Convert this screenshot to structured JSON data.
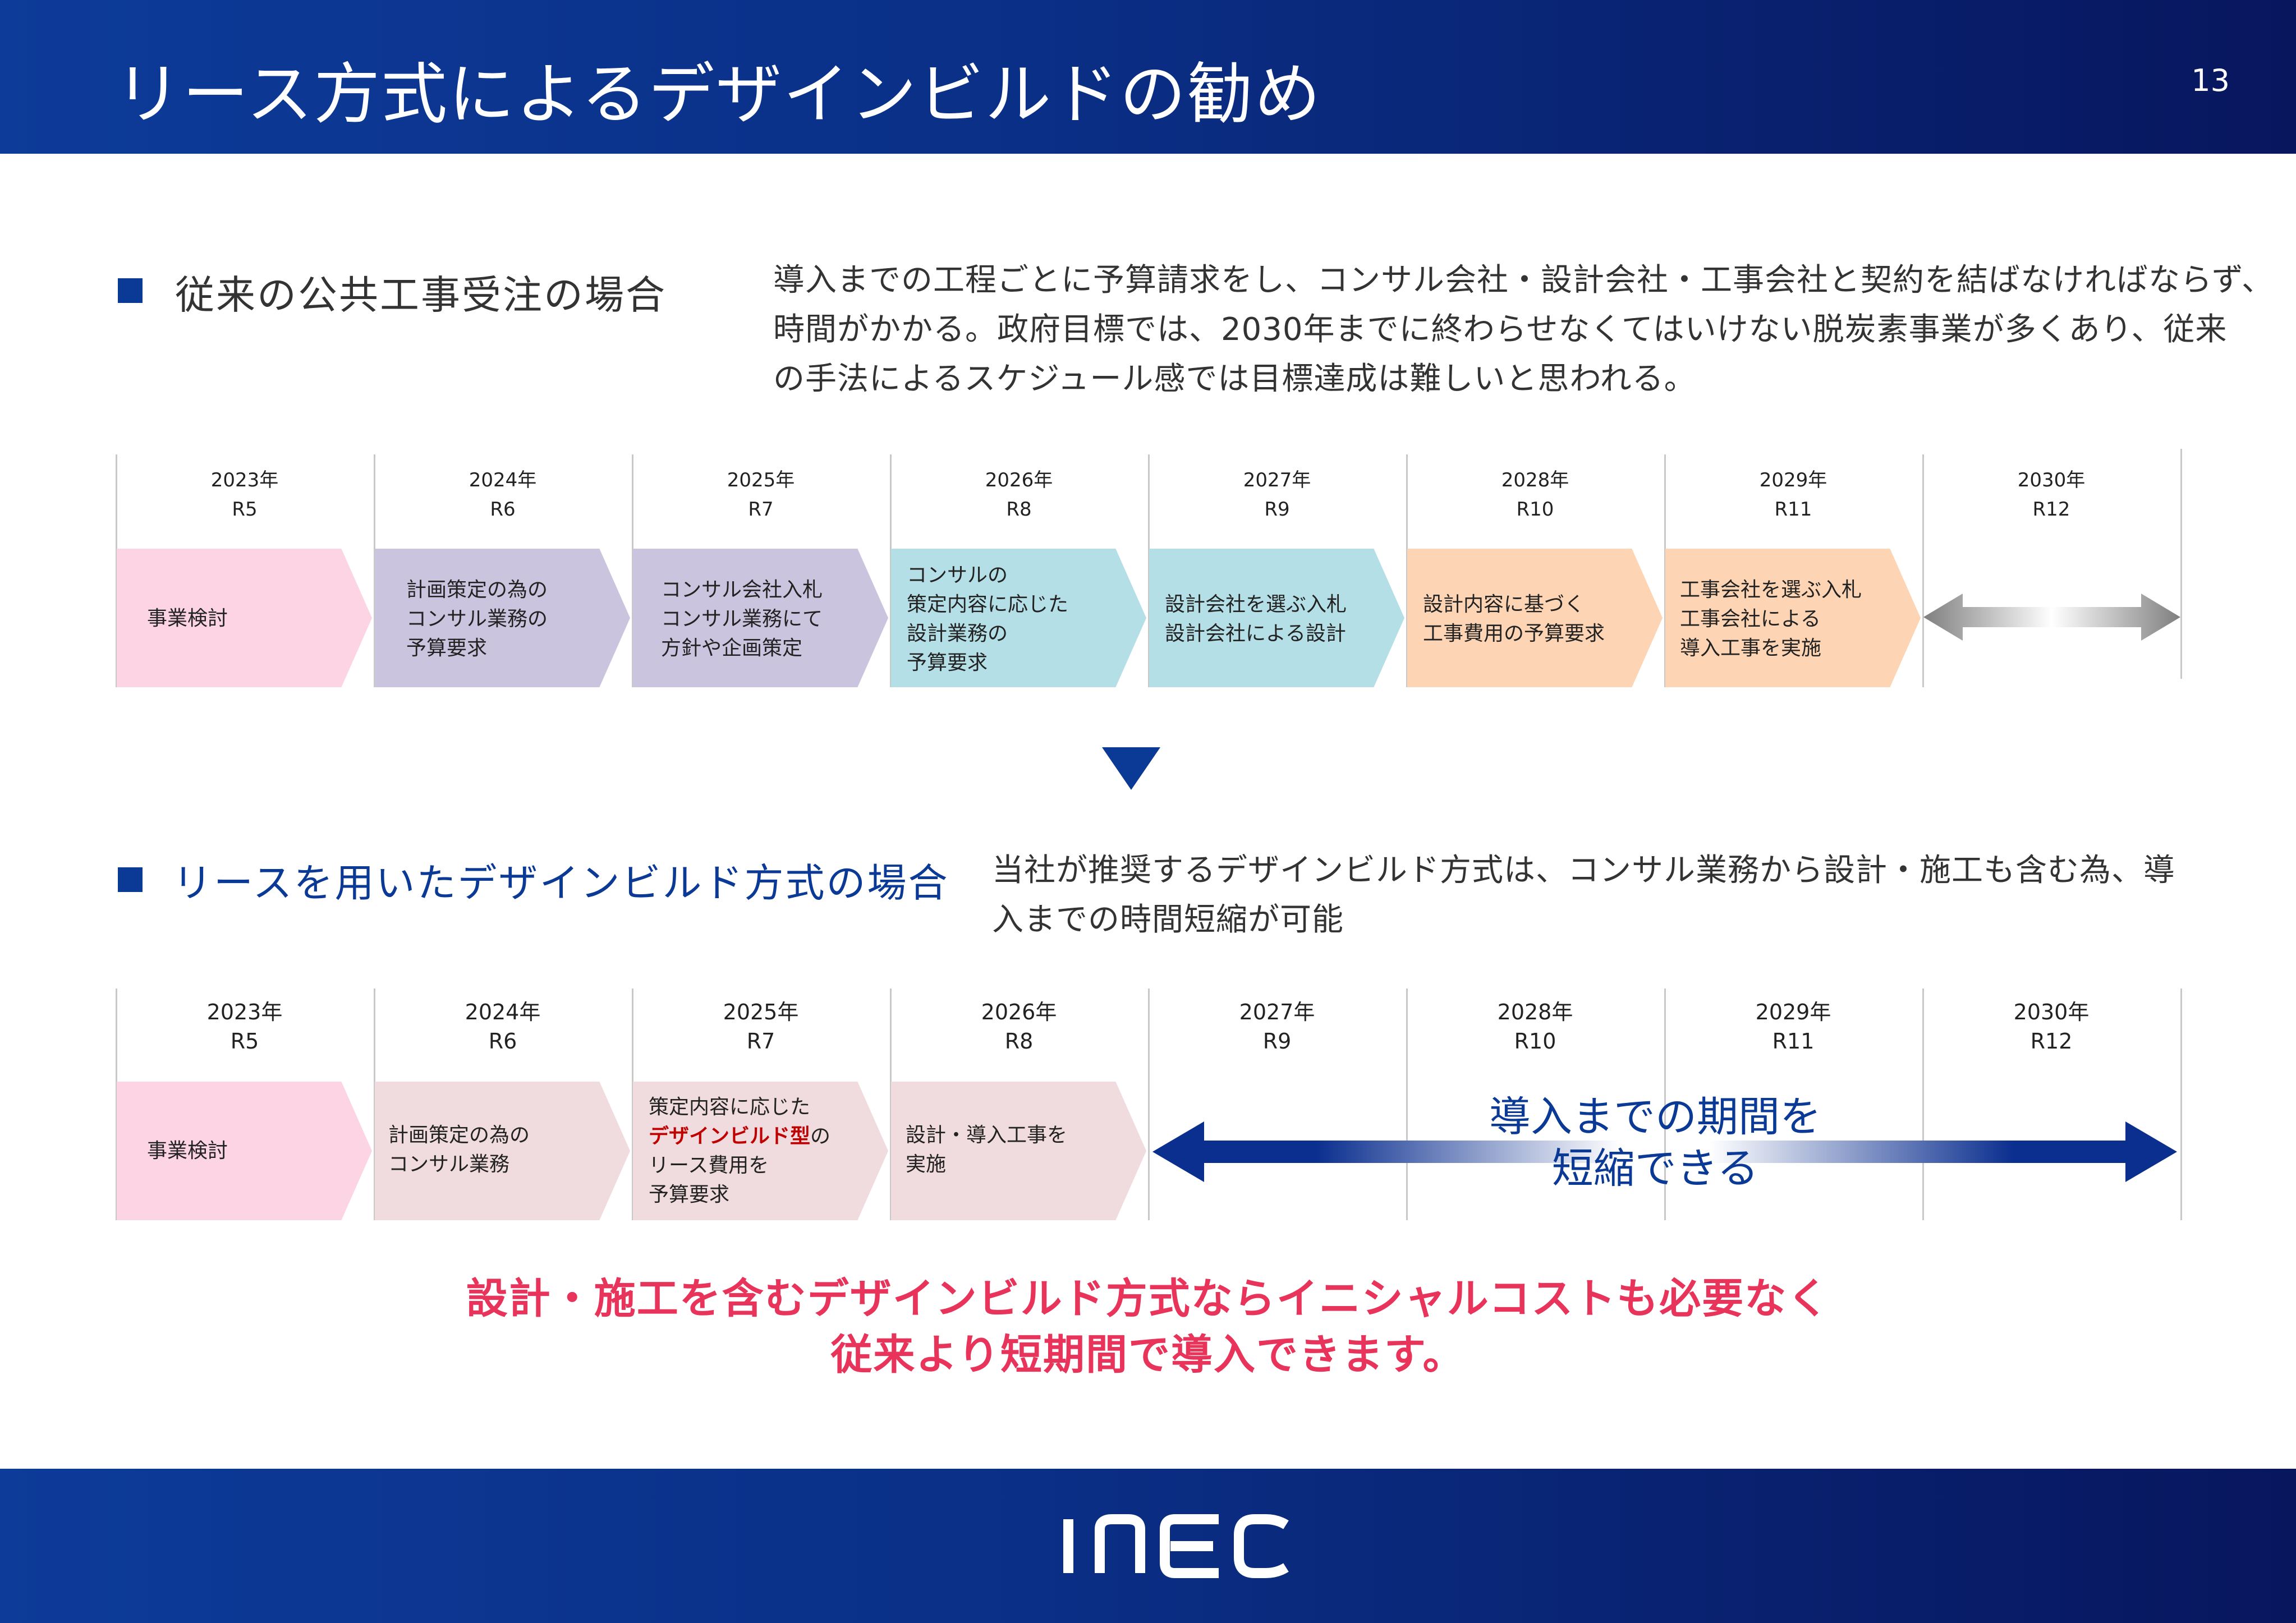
{
  "slide": {
    "title": "リース方式によるデザインビルドの勧め",
    "page_number": "13"
  },
  "colors": {
    "header_blue": "#0b3a96",
    "pink": "#fcd4e4",
    "purple": "#cbc4de",
    "cyan": "#b5dfe6",
    "orange": "#fdd5b4",
    "pale_pink": "#f0dcdf",
    "accent_red": "#e8345a"
  },
  "section1": {
    "heading": "従来の公共工事受注の場合",
    "description": [
      "導入までの工程ごとに予算請求をし、コンサル会社・設計会社・工事会社と契約を結ばなければならず、",
      "時間がかかる。政府目標では、2030年までに終わらせなくてはいけない脱炭素事業が多くあり、従来",
      "の手法によるスケジュール感では目標達成は難しいと思われる。"
    ],
    "years": [
      {
        "year": "2023年",
        "era": "R5"
      },
      {
        "year": "2024年",
        "era": "R6"
      },
      {
        "year": "2025年",
        "era": "R7"
      },
      {
        "year": "2026年",
        "era": "R8"
      },
      {
        "year": "2027年",
        "era": "R9"
      },
      {
        "year": "2028年",
        "era": "R10"
      },
      {
        "year": "2029年",
        "era": "R11"
      },
      {
        "year": "2030年",
        "era": "R12"
      }
    ],
    "steps": [
      {
        "lines": [
          "事業検討"
        ],
        "color": "#fcd4e4"
      },
      {
        "lines": [
          "計画策定の為の",
          "コンサル業務の",
          "予算要求"
        ],
        "color": "#cbc4de"
      },
      {
        "lines": [
          "コンサル会社入札",
          "コンサル業務にて",
          "方針や企画策定"
        ],
        "color": "#cbc4de"
      },
      {
        "lines": [
          "コンサルの",
          "策定内容に応じた",
          "設計業務の",
          "予算要求"
        ],
        "color": "#b5dfe6"
      },
      {
        "lines": [
          "設計会社を選ぶ入札",
          "設計会社による設計"
        ],
        "color": "#b5dfe6"
      },
      {
        "lines": [
          "設計内容に基づく",
          "工事費用の予算要求"
        ],
        "color": "#fdd5b4"
      },
      {
        "lines": [
          "工事会社を選ぶ入札",
          "工事会社による",
          "導入工事を実施"
        ],
        "color": "#fdd5b4"
      }
    ]
  },
  "section2": {
    "heading": "リースを用いたデザインビルド方式の場合",
    "description": [
      "当社が推奨するデザインビルド方式は、コンサル業務から設計・施工も含む為、導",
      "入までの時間短縮が可能"
    ],
    "years": [
      {
        "year": "2023年",
        "era": "R5"
      },
      {
        "year": "2024年",
        "era": "R6"
      },
      {
        "year": "2025年",
        "era": "R7"
      },
      {
        "year": "2026年",
        "era": "R8"
      },
      {
        "year": "2027年",
        "era": "R9"
      },
      {
        "year": "2028年",
        "era": "R10"
      },
      {
        "year": "2029年",
        "era": "R11"
      },
      {
        "year": "2030年",
        "era": "R12"
      }
    ],
    "steps": [
      {
        "lines": [
          "事業検討"
        ],
        "color": "#fcd4e4"
      },
      {
        "lines": [
          "計画策定の為の",
          "コンサル業務"
        ],
        "color": "#f0dcdf"
      },
      {
        "lines": [
          "策定内容に応じた",
          "デザインビルド型の",
          "リース費用を",
          "予算要求"
        ],
        "color": "#f0dcdf"
      },
      {
        "lines": [
          "設計・導入工事を",
          "実施"
        ],
        "color": "#f0dcdf"
      }
    ],
    "step3_emphasis": "デザインビルド型",
    "step3_suffix": "の",
    "arrow_text": [
      "導入までの期間を",
      "短縮できる"
    ]
  },
  "conclusion": [
    "設計・施工を含むデザインビルド方式ならイニシャルコストも必要なく",
    "従来より短期間で導入できます。"
  ],
  "logo_text": "INEC"
}
